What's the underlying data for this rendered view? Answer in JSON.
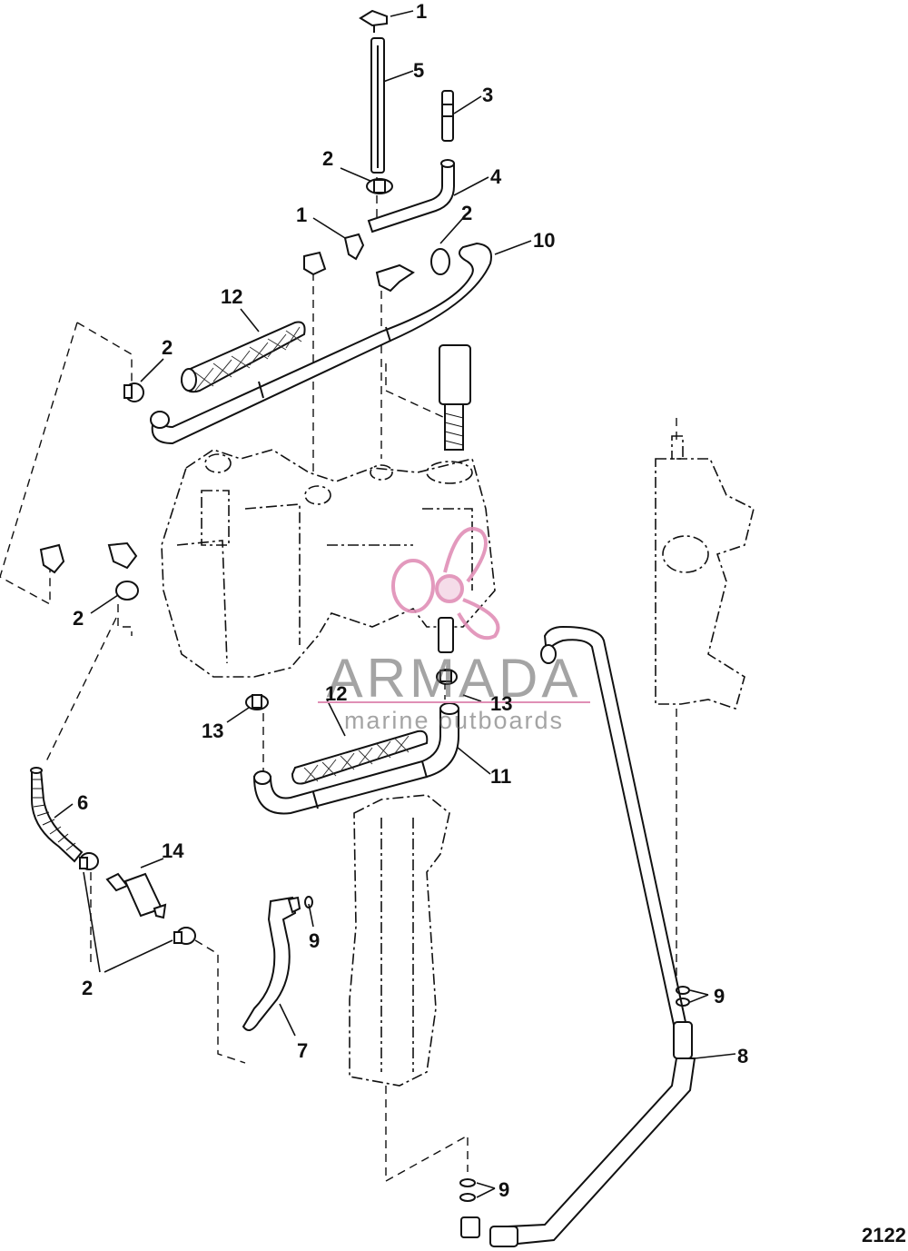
{
  "diagram": {
    "figure_number": "2122",
    "callouts": [
      {
        "id": "c1a",
        "text": "1"
      },
      {
        "id": "c1b",
        "text": "1"
      },
      {
        "id": "c2a",
        "text": "2"
      },
      {
        "id": "c2b",
        "text": "2"
      },
      {
        "id": "c2c",
        "text": "2"
      },
      {
        "id": "c2d",
        "text": "2"
      },
      {
        "id": "c2e",
        "text": "2"
      },
      {
        "id": "c3",
        "text": "3"
      },
      {
        "id": "c4",
        "text": "4"
      },
      {
        "id": "c5",
        "text": "5"
      },
      {
        "id": "c6",
        "text": "6"
      },
      {
        "id": "c7",
        "text": "7"
      },
      {
        "id": "c8",
        "text": "8"
      },
      {
        "id": "c9a",
        "text": "9"
      },
      {
        "id": "c9b",
        "text": "9"
      },
      {
        "id": "c9c",
        "text": "9"
      },
      {
        "id": "c10",
        "text": "10"
      },
      {
        "id": "c11",
        "text": "11"
      },
      {
        "id": "c12a",
        "text": "12"
      },
      {
        "id": "c12b",
        "text": "12"
      },
      {
        "id": "c13a",
        "text": "13"
      },
      {
        "id": "c13b",
        "text": "13"
      },
      {
        "id": "c14",
        "text": "14"
      }
    ]
  },
  "watermark": {
    "name": "ARMADA",
    "tagline": "marine outboards",
    "logo_color": "#e08fb6"
  }
}
